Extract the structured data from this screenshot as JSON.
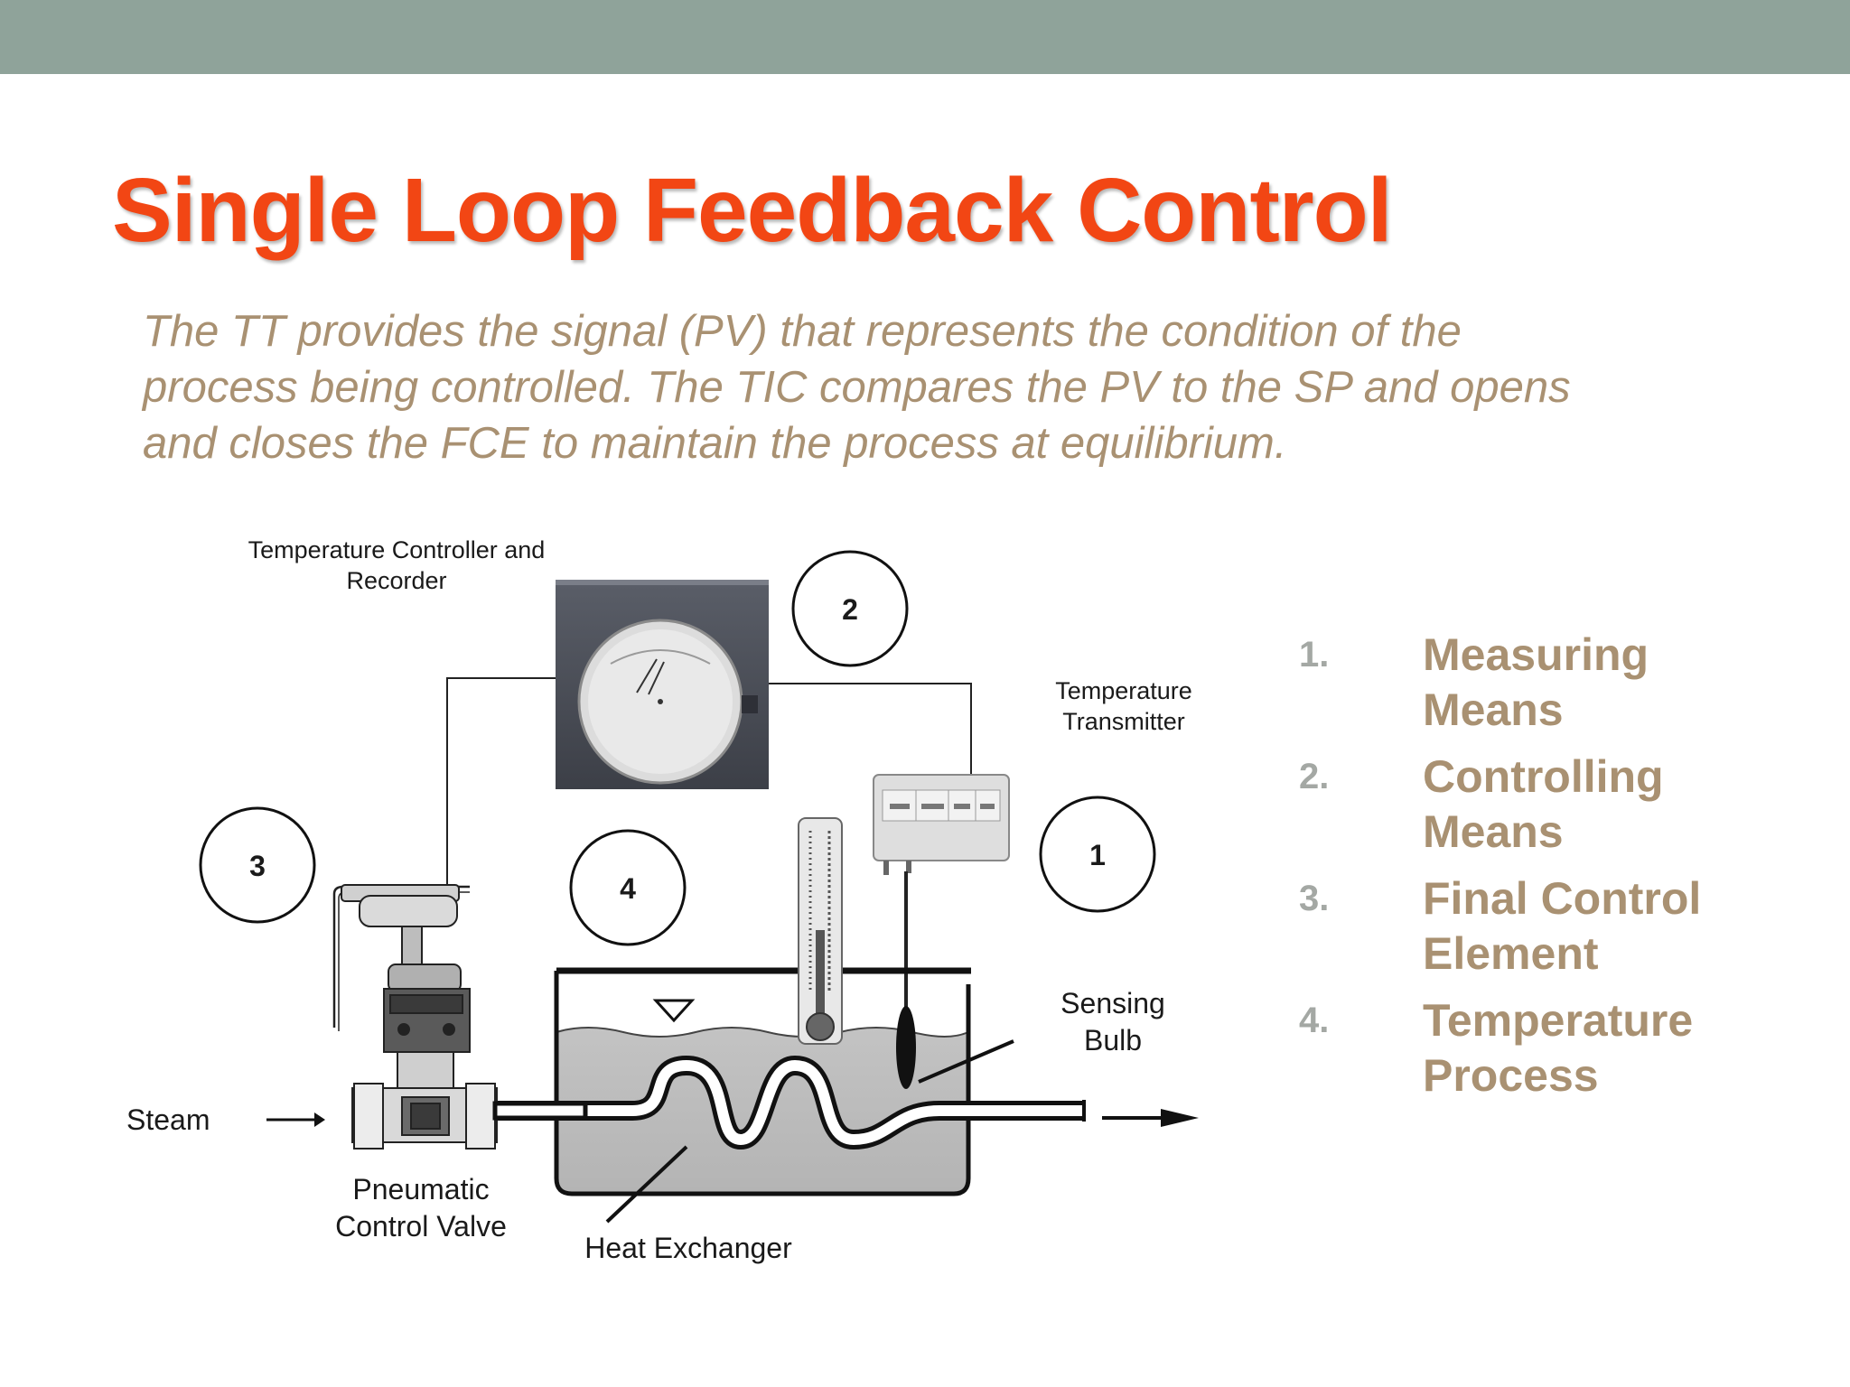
{
  "header": {
    "bar_color": "#8fa39a"
  },
  "slide": {
    "title": "Single Loop Feedback Control",
    "subtitle_lines": [
      "The TT provides the signal (PV) that represents the condition of the",
      "process being controlled. The TIC compares the PV to the SP and opens",
      "and closes the FCE to maintain the process at equilibrium."
    ]
  },
  "diagram": {
    "controller_label": [
      "Temperature Controller and",
      "Recorder"
    ],
    "transmitter_label": [
      "Temperature",
      "Transmitter"
    ],
    "sensing_bulb_label": [
      "Sensing",
      "Bulb"
    ],
    "steam_label": "Steam",
    "valve_label": [
      "Pneumatic",
      "Control Valve"
    ],
    "heat_exchanger_label": "Heat Exchanger",
    "callouts": [
      "1",
      "2",
      "3",
      "4"
    ]
  },
  "list": {
    "items": [
      {
        "number": "1.",
        "lines": [
          "Measuring",
          "Means"
        ]
      },
      {
        "number": "2.",
        "lines": [
          "Controlling",
          "Means"
        ]
      },
      {
        "number": "3.",
        "lines": [
          "Final Control",
          "Element"
        ]
      },
      {
        "number": "4.",
        "lines": [
          "Temperature",
          "Process"
        ]
      }
    ]
  },
  "colors": {
    "title": "#f24614",
    "subtitle": "#a99172",
    "list_number": "#a4a8a4",
    "list_label": "#a99172"
  }
}
